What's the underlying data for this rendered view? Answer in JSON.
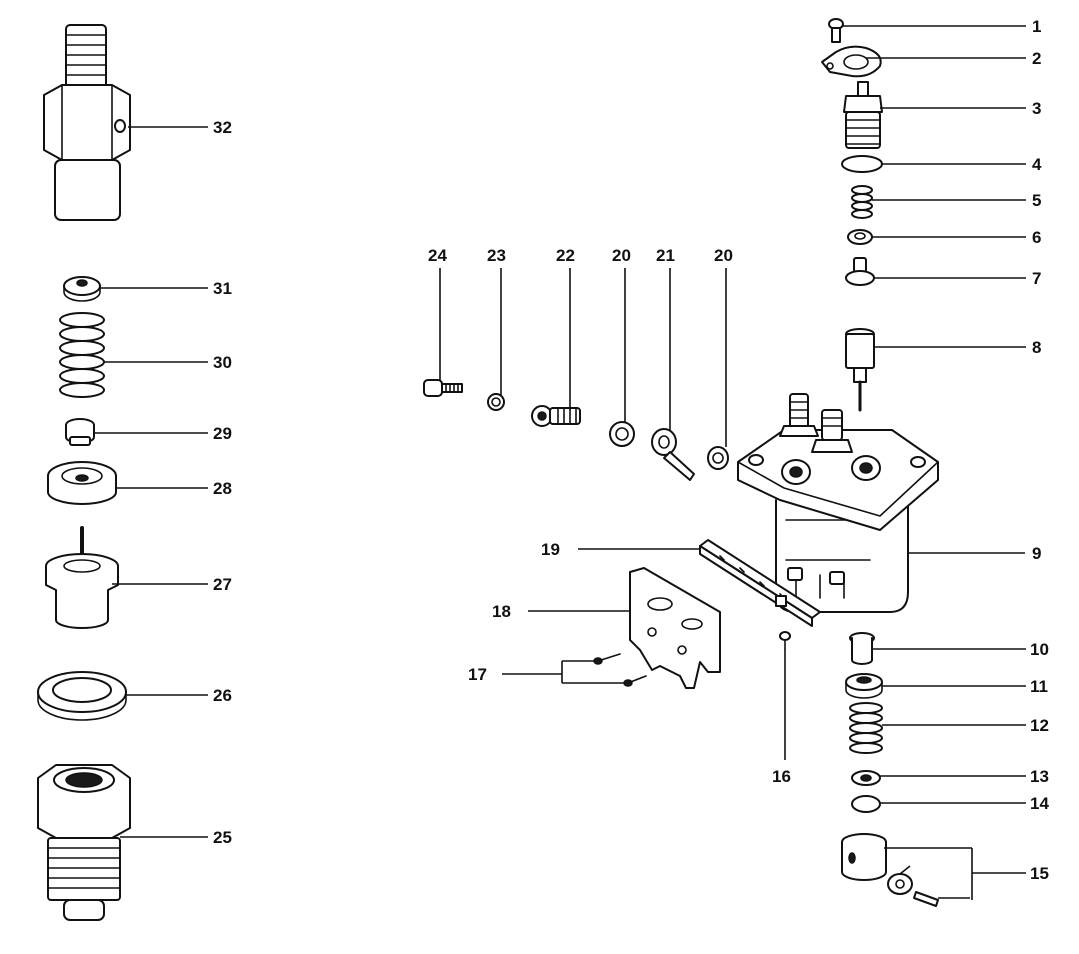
{
  "callouts": {
    "c1": "1",
    "c2": "2",
    "c3": "3",
    "c4": "4",
    "c5": "5",
    "c6": "6",
    "c7": "7",
    "c8": "8",
    "c9": "9",
    "c10": "10",
    "c11": "11",
    "c12": "12",
    "c13": "13",
    "c14": "14",
    "c15": "15",
    "c16": "16",
    "c17": "17",
    "c18": "18",
    "c19": "19",
    "c20a": "20",
    "c20b": "20",
    "c21": "21",
    "c22": "22",
    "c23": "23",
    "c24": "24",
    "c25": "25",
    "c26": "26",
    "c27": "27",
    "c28": "28",
    "c29": "29",
    "c30": "30",
    "c31": "31",
    "c32": "32"
  },
  "colors": {
    "line": "#111111",
    "background": "#ffffff"
  }
}
